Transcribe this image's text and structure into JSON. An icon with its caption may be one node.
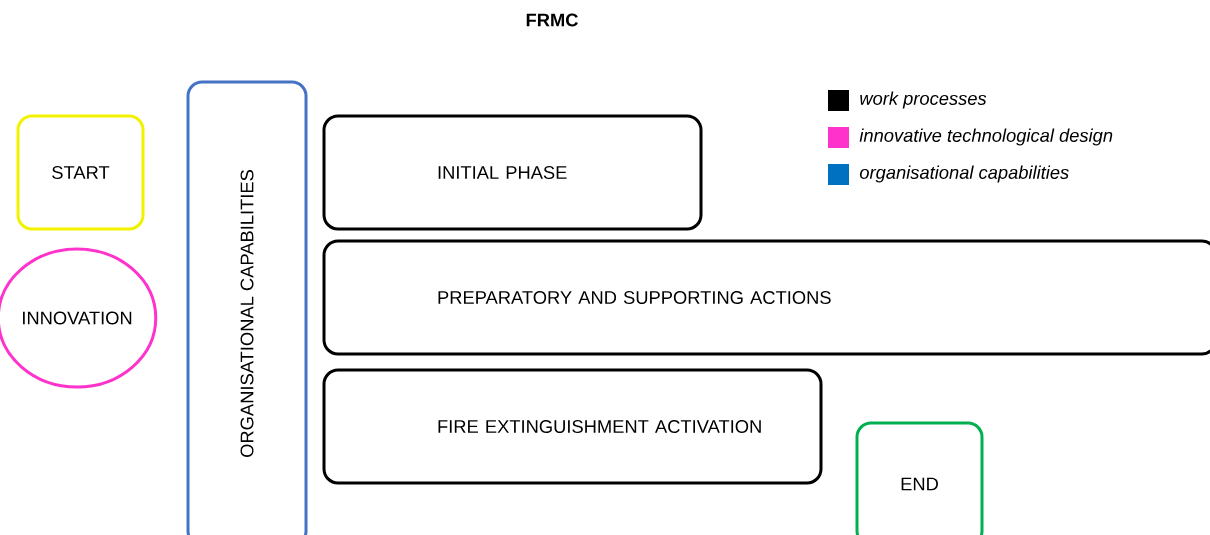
{
  "diagram": {
    "title": "FRMC",
    "nodes": [
      {
        "text": [
          "START"
        ]
      },
      {
        "text": [
          "INNOVATION"
        ]
      },
      {
        "text": [
          "ORGANISATIONAL CAPABILITIES"
        ]
      },
      {
        "text": [
          "INITIAL PHASE"
        ]
      },
      {
        "text": [
          "PREPARATORY AND SUPPORTING ACTIONS"
        ]
      },
      {
        "text": [
          "FIRE EXTINGUISHMENT ACTIVATION"
        ]
      },
      {
        "text": [
          "END"
        ]
      }
    ],
    "legend": [
      {
        "text": "work processes",
        "color": "#000000"
      },
      {
        "text": "innovative technological design",
        "color": "#ff33cc"
      },
      {
        "text": "organisational capabilities",
        "color": "#0070c0"
      }
    ]
  }
}
